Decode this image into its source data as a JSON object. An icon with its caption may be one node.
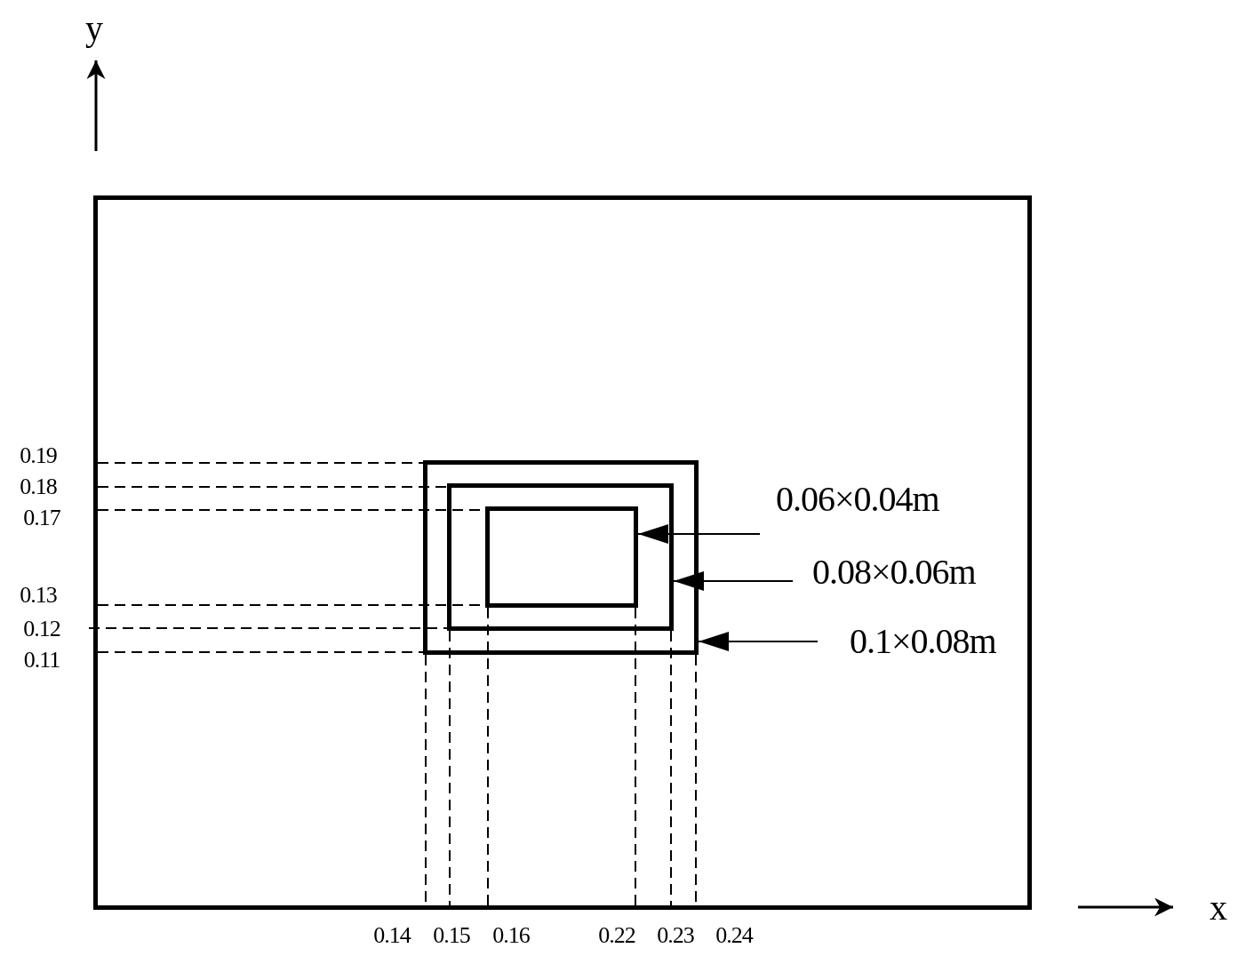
{
  "diagram": {
    "nodes": [
      {
        "text": [],
        "shape": "box"
      },
      {
        "text": [],
        "shape": "box",
        "in": 0
      },
      {
        "text": [],
        "shape": "box",
        "in": 1
      },
      {
        "text": [],
        "shape": "box",
        "in": 2
      },
      {
        "text": [
          "0.06×0.04m"
        ],
        "in": 0
      },
      {
        "text": [
          "0.08×0.06m"
        ],
        "in": 0
      },
      {
        "text": [
          "0.1×0.08m"
        ],
        "in": 0
      }
    ],
    "edges": [
      {
        "from": 4,
        "to": 3,
        "arrow": "to"
      },
      {
        "from": 5,
        "to": 2,
        "arrow": "to"
      },
      {
        "from": 6,
        "to": 1,
        "arrow": "to"
      }
    ],
    "labels": [
      "y",
      "0.19",
      "0.18",
      "0.17",
      "0.13",
      "0.12",
      "0.11",
      "x",
      "0.14",
      "0.15",
      "0.16",
      "0.22",
      "0.23",
      "0.24"
    ]
  }
}
